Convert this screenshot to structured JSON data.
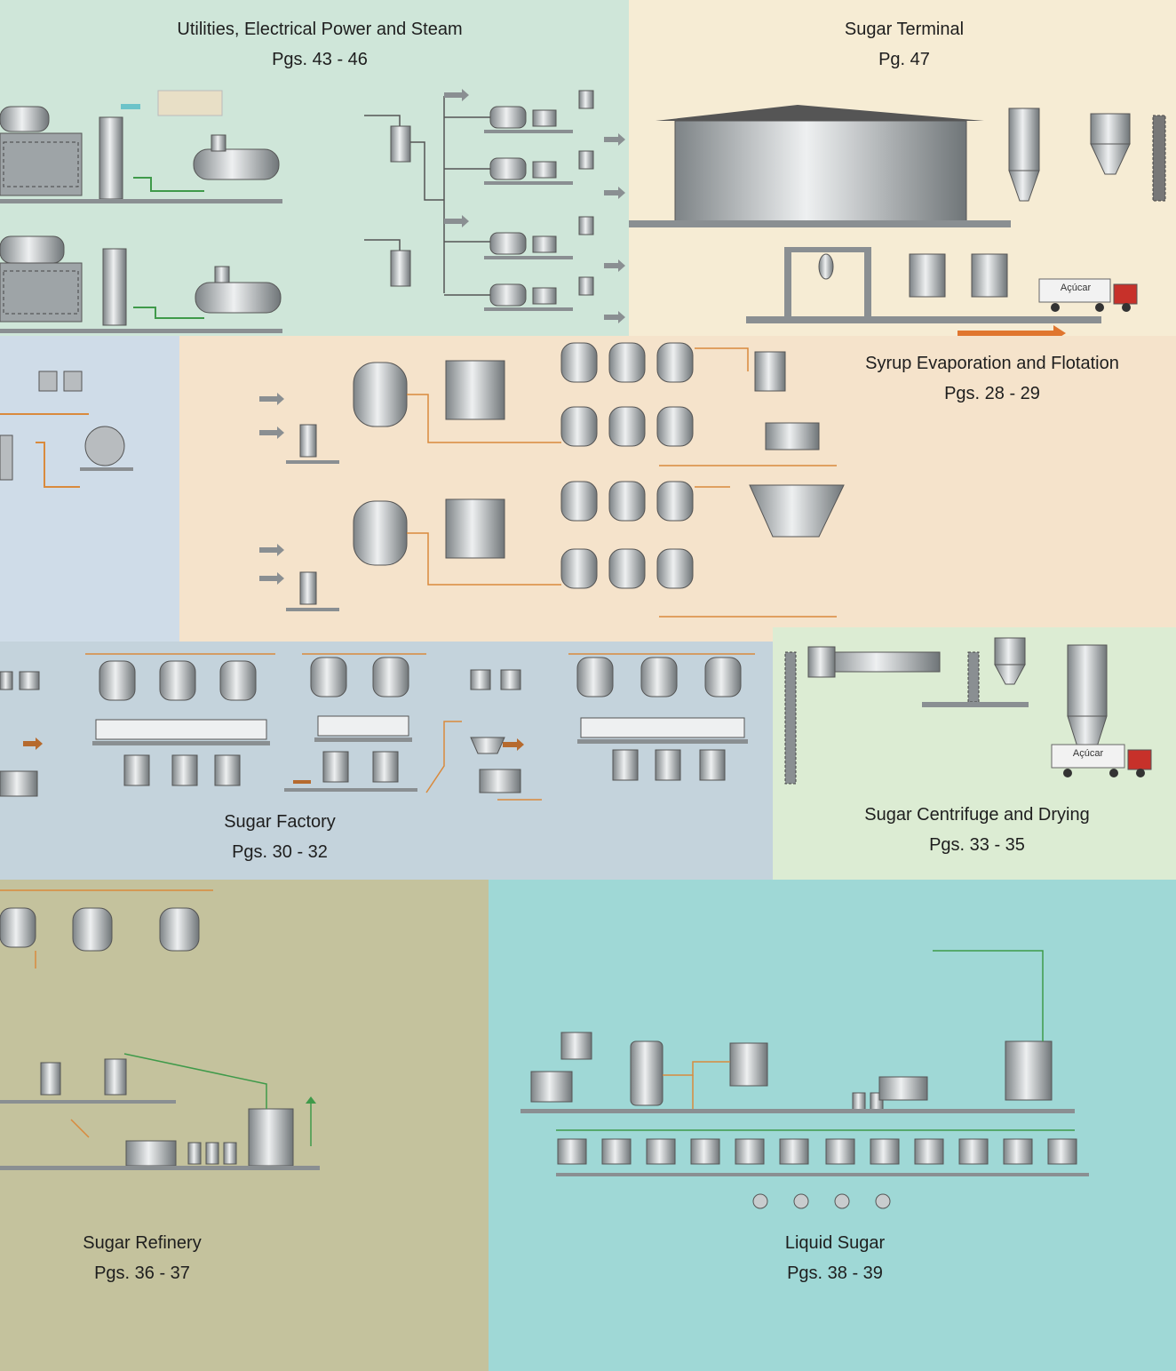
{
  "sections": {
    "utilities": {
      "title": "Utilities, Electrical Power and Steam",
      "pages": "Pgs. 43 - 46"
    },
    "terminal": {
      "title": "Sugar Terminal",
      "pages": "Pg. 47"
    },
    "syrup": {
      "title": "Syrup Evaporation and Flotation",
      "pages": "Pgs. 28 - 29"
    },
    "factory": {
      "title": "Sugar Factory",
      "pages": "Pgs. 30 - 32"
    },
    "centrifuge": {
      "title": "Sugar Centrifuge and Drying",
      "pages": "Pgs. 33 - 35"
    },
    "refinery": {
      "title": "Sugar Refinery",
      "pages": "Pgs. 36 - 37"
    },
    "liquid": {
      "title": "Liquid Sugar",
      "pages": "Pgs. 38 - 39"
    }
  },
  "trucks": {
    "terminal_label": "Açúcar",
    "centrifuge_label": "Açúcar"
  },
  "colors": {
    "utilities_bg": "#cfe6d9",
    "terminal_bg": "#f6ecd4",
    "syrup_bg": "#f5e3cb",
    "left_blue_bg": "#cfdce8",
    "factory_bg": "#c4d3dc",
    "centrifuge_bg": "#dcecd3",
    "refinery_bg": "#c4c29d",
    "liquid_bg": "#9fd8d6",
    "equipment": "#b8bcbf",
    "pipe_green": "#3f9a4a",
    "pipe_orange": "#d98a3d"
  },
  "icons": [
    "boiler-icon",
    "chimney-icon",
    "tank-icon",
    "pump-icon",
    "evaporator-icon",
    "centrifuge-icon",
    "dryer-icon",
    "silo-icon",
    "truck-icon",
    "arrow-icon"
  ]
}
